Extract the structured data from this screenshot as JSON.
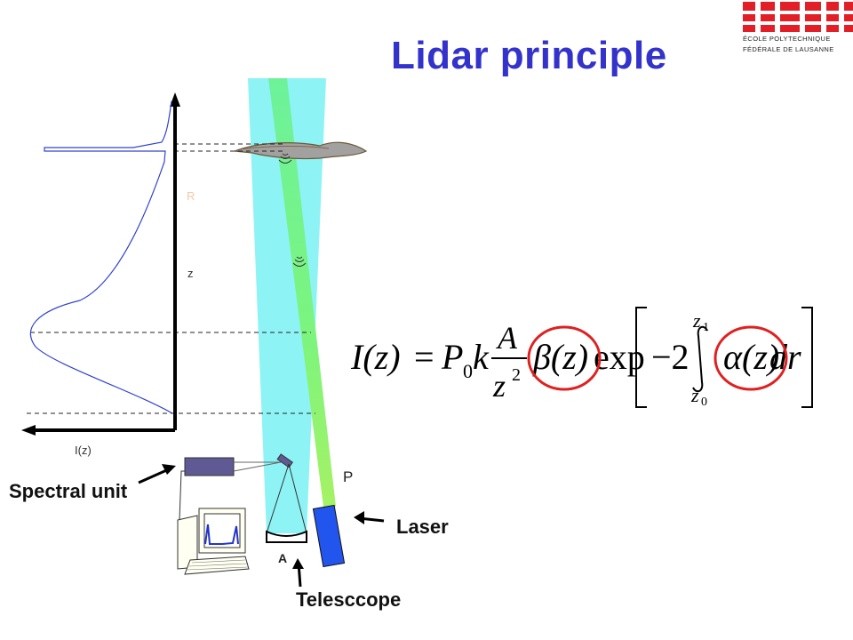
{
  "slide": {
    "title": "Lidar principle"
  },
  "logo": {
    "brand": "EPFL",
    "line1": "ÉCOLE POLYTECHNIQUE",
    "line2": "FÉDÉRALE DE LAUSANNE",
    "color": "#e21e26"
  },
  "labels": {
    "axis_intensity": "I(z)",
    "axis_z": "z",
    "range": "R",
    "power": "P",
    "area": "A",
    "spectral_unit": "Spectral unit",
    "laser": "Laser",
    "telescope": "Telesccope"
  },
  "colors": {
    "beam_cone": "#88f2f4",
    "laser_beam": "#6df29b",
    "laser_body": "#2255ee",
    "signal_curve": "#3344cc",
    "highlight_circle": "#e02020",
    "title": "#3333cc"
  },
  "formula": {
    "lhs": "I(z)",
    "eq": "=",
    "p0": "P",
    "p0_sub": "0",
    "k": "k",
    "num": "A",
    "den": "z",
    "den_exp": "2",
    "beta": "β(z)",
    "exp": "exp",
    "minus_two": "−2",
    "upper": "z",
    "upper_sub": "1",
    "lower": "z",
    "lower_sub": "0",
    "alpha": "α(z)",
    "dr": "dr"
  }
}
